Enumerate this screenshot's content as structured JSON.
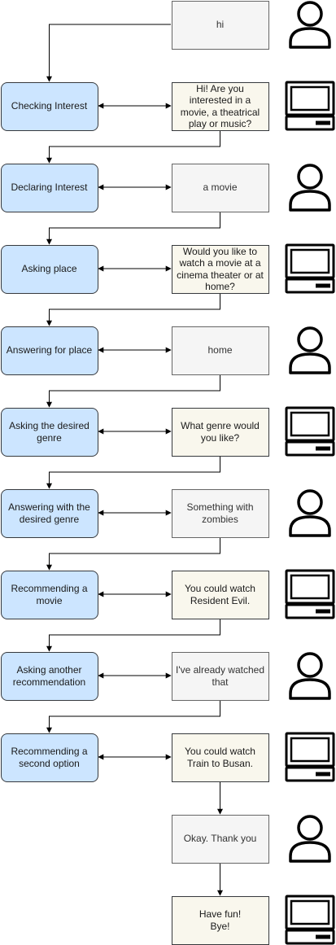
{
  "colors": {
    "state_fill": "#cce5ff",
    "user_fill": "#f5f5f5",
    "system_fill": "#f9f7ed",
    "stroke": "#000000"
  },
  "icons": {
    "user": "person-icon",
    "system": "computer-icon"
  },
  "rows": [
    {
      "state": null,
      "message": "hi",
      "speaker": "user"
    },
    {
      "state": "Checking Interest",
      "message": "Hi! Are you interested in a movie, a theatrical play or music?",
      "speaker": "system"
    },
    {
      "state": "Declaring Interest",
      "message": "a movie",
      "speaker": "user"
    },
    {
      "state": "Asking place",
      "message": "Would you like to watch a movie at a cinema theater or at home?",
      "speaker": "system"
    },
    {
      "state": "Answering for place",
      "message": "home",
      "speaker": "user"
    },
    {
      "state": "Asking the desired genre",
      "message": "What genre would you like?",
      "speaker": "system"
    },
    {
      "state": "Answering with the desired genre",
      "message": "Something with zombies",
      "speaker": "user"
    },
    {
      "state": "Recommending a movie",
      "message": "You could watch Resident Evil.",
      "speaker": "system"
    },
    {
      "state": "Asking another recommendation",
      "message": "I've already watched that",
      "speaker": "user"
    },
    {
      "state": "Recommending a second option",
      "message": "You could watch Train to Busan.",
      "speaker": "system"
    },
    {
      "state": null,
      "message": "Okay. Thank you",
      "speaker": "user"
    },
    {
      "state": null,
      "message": "Have fun!\nBye!",
      "speaker": "system"
    }
  ]
}
